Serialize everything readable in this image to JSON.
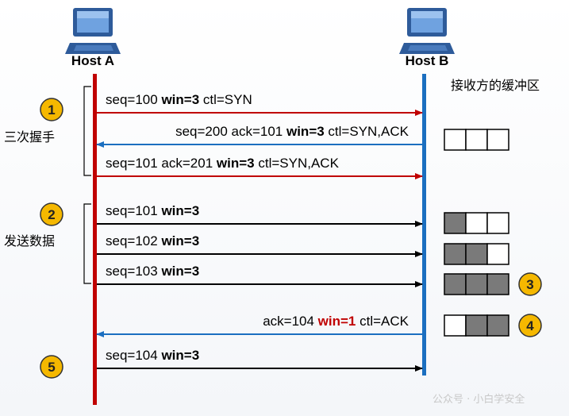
{
  "hosts": {
    "a": {
      "label": "Host A",
      "icon": "computer-icon",
      "color": "#c00000"
    },
    "b": {
      "label": "Host B",
      "icon": "computer-icon",
      "color": "#1b6fc0"
    }
  },
  "buffer_title": "接收方的缓冲区",
  "phases": [
    {
      "label": "三次握手",
      "badge": "1"
    },
    {
      "label": "发送数据",
      "badge": "2"
    }
  ],
  "messages": [
    {
      "dir": "a_to_b",
      "parts": [
        {
          "t": "seq=100 "
        },
        {
          "t": "win=3",
          "bold": true
        },
        {
          "t": " ctl=SYN"
        }
      ]
    },
    {
      "dir": "b_to_a",
      "parts": [
        {
          "t": "seq=200 ack=101 "
        },
        {
          "t": "win=3",
          "bold": true
        },
        {
          "t": " ctl=SYN,ACK"
        }
      ]
    },
    {
      "dir": "a_to_b",
      "parts": [
        {
          "t": "seq=101 ack=201 "
        },
        {
          "t": "win=3",
          "bold": true
        },
        {
          "t": " ctl=SYN,ACK"
        }
      ]
    },
    {
      "dir": "a_to_b",
      "parts": [
        {
          "t": "seq=101  "
        },
        {
          "t": "win=3",
          "bold": true
        }
      ]
    },
    {
      "dir": "a_to_b",
      "parts": [
        {
          "t": "seq=102  "
        },
        {
          "t": "win=3",
          "bold": true
        }
      ]
    },
    {
      "dir": "a_to_b",
      "parts": [
        {
          "t": "seq=103  "
        },
        {
          "t": "win=3",
          "bold": true
        }
      ]
    },
    {
      "dir": "b_to_a",
      "parts": [
        {
          "t": "ack=104 "
        },
        {
          "t": "win=1",
          "bold": true,
          "color": "#c00000"
        },
        {
          "t": "  ctl=ACK"
        }
      ]
    },
    {
      "dir": "a_to_b",
      "parts": [
        {
          "t": "seq=104  "
        },
        {
          "t": "win=3",
          "bold": true
        }
      ]
    }
  ],
  "buffers": [
    {
      "cells": [
        0,
        0,
        0
      ]
    },
    {
      "cells": [
        1,
        0,
        0
      ]
    },
    {
      "cells": [
        1,
        1,
        0
      ]
    },
    {
      "cells": [
        1,
        1,
        1
      ],
      "badge": "3"
    },
    {
      "cells": [
        0,
        1,
        1
      ],
      "badge": "4"
    }
  ],
  "extra_badges": [
    {
      "badge": "5"
    }
  ],
  "colors": {
    "badge_fill": "#f5b800",
    "filled_cell": "#7a7a7a",
    "empty_cell": "#ffffff",
    "arrow": "#000000"
  },
  "watermark": "公众号 · 小白学安全"
}
